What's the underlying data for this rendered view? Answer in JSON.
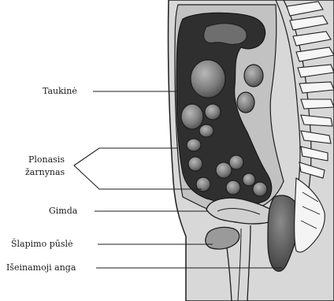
{
  "labels": {
    "taukine": "Taukinė",
    "plonasis_1": "Plonasis",
    "plonasis_2": "žarnynas",
    "gimda": "Gimda",
    "slapimo_pusle": "Šlapimo pūslė",
    "iseinamoji_anga": "Išeinamoji anga"
  },
  "colors": {
    "skin": "#d9d9d9",
    "cavity_fill": "#c4c4c4",
    "intestine_dark": "#2e2e2e",
    "loop_gray": "#7a7a7a",
    "outline": "#1e1e1e",
    "bone": "#fafafa"
  }
}
